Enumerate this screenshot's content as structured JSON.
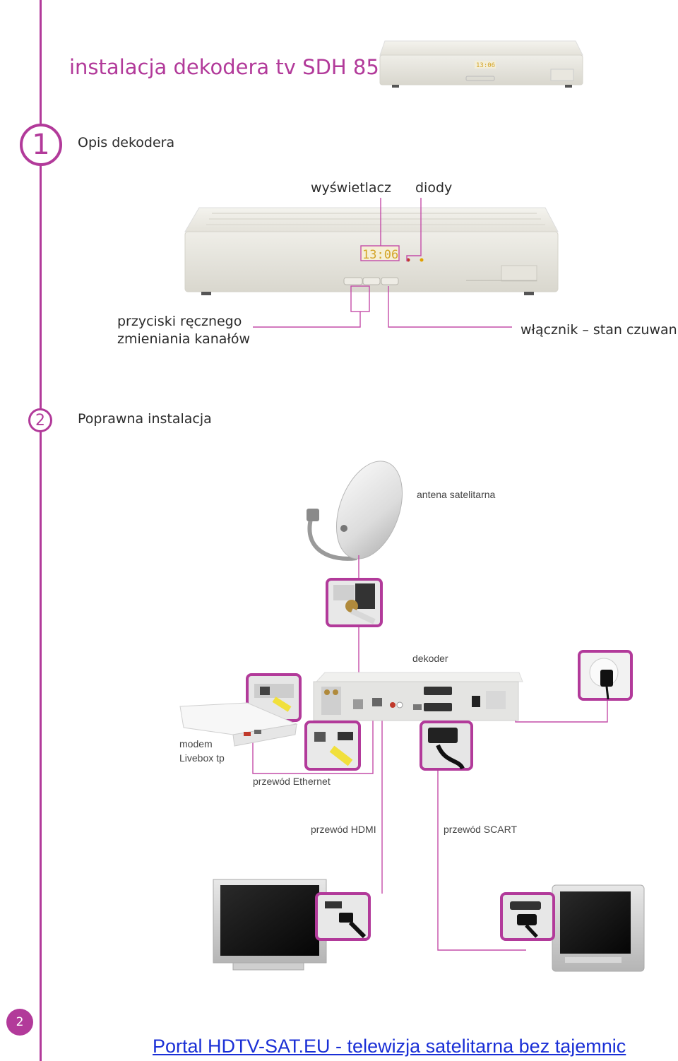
{
  "title": "instalacja dekodera tv SDH 85",
  "step1": {
    "number": "1",
    "label": "Opis dekodera"
  },
  "display_digits": "13:06",
  "callouts": {
    "display": "wyświetlacz",
    "leds": "diody",
    "buttons_line1": "przyciski ręcznego",
    "buttons_line2": "zmieniania kanałów",
    "power": "włącznik – stan czuwania"
  },
  "step2": {
    "number": "2",
    "label": "Poprawna instalacja"
  },
  "labels": {
    "antenna": "antena satelitarna",
    "decoder": "dekoder",
    "modem_line1": "modem",
    "modem_line2": "Livebox tp",
    "ethernet": "przewód Ethernet",
    "hdmi": "przewód HDMI",
    "scart": "przewód SCART"
  },
  "page_number": "2",
  "footer_link": "Portal HDTV-SAT.EU - telewizja satelitarna bez tajemnic",
  "colors": {
    "accent": "#b23a9a",
    "link": "#1a2fd6",
    "display": "#d4a52a"
  }
}
